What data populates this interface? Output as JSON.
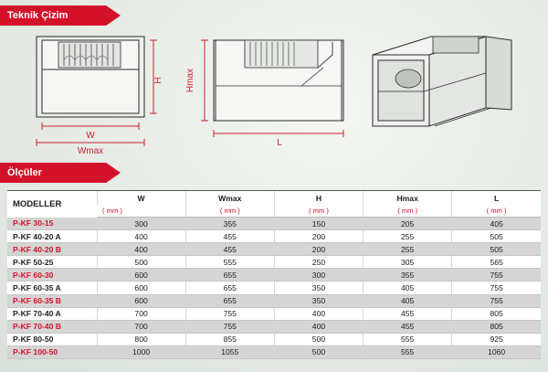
{
  "sections": {
    "technical_drawing_title": "Teknik Çizim",
    "dimensions_title": "Ölçüler"
  },
  "drawing_labels": {
    "w": "W",
    "wmax": "Wmax",
    "h": "H",
    "hmax": "Hmax",
    "l": "L"
  },
  "table": {
    "header": {
      "model": "MODELLER",
      "w": "W",
      "wmax": "Wmax",
      "h": "H",
      "hmax": "Hmax",
      "l": "L",
      "unit": "( mm )"
    },
    "rows": [
      {
        "model": "P-KF 30-15",
        "w": "300",
        "wmax": "355",
        "h": "150",
        "hmax": "205",
        "l": "405"
      },
      {
        "model": "P-KF 40-20 A",
        "w": "400",
        "wmax": "455",
        "h": "200",
        "hmax": "255",
        "l": "505"
      },
      {
        "model": "P-KF 40-20 B",
        "w": "400",
        "wmax": "455",
        "h": "200",
        "hmax": "255",
        "l": "505"
      },
      {
        "model": "P-KF 50-25",
        "w": "500",
        "wmax": "555",
        "h": "250",
        "hmax": "305",
        "l": "565"
      },
      {
        "model": "P-KF 60-30",
        "w": "600",
        "wmax": "655",
        "h": "300",
        "hmax": "355",
        "l": "755"
      },
      {
        "model": "P-KF 60-35 A",
        "w": "600",
        "wmax": "655",
        "h": "350",
        "hmax": "405",
        "l": "755"
      },
      {
        "model": "P-KF 60-35 B",
        "w": "600",
        "wmax": "655",
        "h": "350",
        "hmax": "405",
        "l": "755"
      },
      {
        "model": "P-KF 70-40 A",
        "w": "700",
        "wmax": "755",
        "h": "400",
        "hmax": "455",
        "l": "805"
      },
      {
        "model": "P-KF 70-40 B",
        "w": "700",
        "wmax": "755",
        "h": "400",
        "hmax": "455",
        "l": "805"
      },
      {
        "model": "P-KF 80-50",
        "w": "800",
        "wmax": "855",
        "h": "500",
        "hmax": "555",
        "l": "925"
      },
      {
        "model": "P-KF 100-50",
        "w": "1000",
        "wmax": "1055",
        "h": "500",
        "hmax": "555",
        "l": "1060"
      }
    ]
  },
  "colors": {
    "accent_red": "#d3122a",
    "dimension_line_red": "#c8202f",
    "row_gray": "#d5d5d5"
  }
}
